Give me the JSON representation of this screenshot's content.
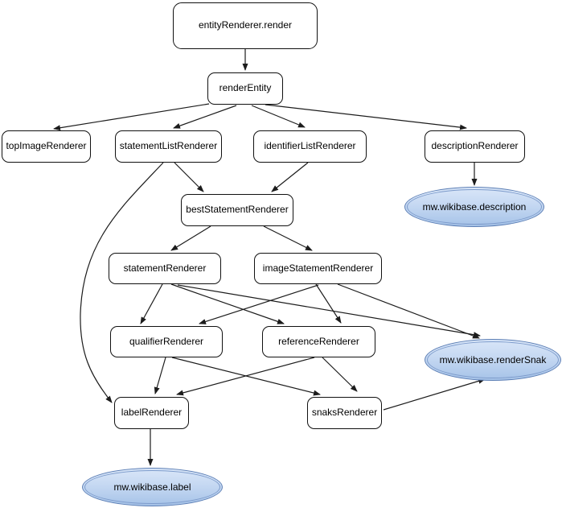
{
  "diagram": {
    "type": "call-graph",
    "background": "#ffffff",
    "colors": {
      "box_fill": "#ffffff",
      "box_border": "#111111",
      "edge": "#1c1c1c",
      "ellipse_border": "#5d7fb5",
      "ellipse_inner_ring": "#7d9bcb",
      "ellipse_fill_top": "#d9e6f8",
      "ellipse_fill_bottom": "#a6c3e8",
      "text": "#000000"
    },
    "nodes": [
      {
        "id": "entityRenderer.render",
        "label": "entityRenderer.render",
        "shape": "box"
      },
      {
        "id": "renderEntity",
        "label": "renderEntity",
        "shape": "box"
      },
      {
        "id": "topImageRenderer",
        "label": "topImageRenderer",
        "shape": "box"
      },
      {
        "id": "statementListRenderer",
        "label": "statementListRenderer",
        "shape": "box"
      },
      {
        "id": "identifierListRenderer",
        "label": "identifierListRenderer",
        "shape": "box"
      },
      {
        "id": "descriptionRenderer",
        "label": "descriptionRenderer",
        "shape": "box"
      },
      {
        "id": "bestStatementRenderer",
        "label": "bestStatementRenderer",
        "shape": "box"
      },
      {
        "id": "statementRenderer",
        "label": "statementRenderer",
        "shape": "box"
      },
      {
        "id": "imageStatementRenderer",
        "label": "imageStatementRenderer",
        "shape": "box"
      },
      {
        "id": "qualifierRenderer",
        "label": "qualifierRenderer",
        "shape": "box"
      },
      {
        "id": "referenceRenderer",
        "label": "referenceRenderer",
        "shape": "box"
      },
      {
        "id": "labelRenderer",
        "label": "labelRenderer",
        "shape": "box"
      },
      {
        "id": "snaksRenderer",
        "label": "snaksRenderer",
        "shape": "box"
      },
      {
        "id": "mw.wikibase.description",
        "label": "mw.wikibase.description",
        "shape": "ellipse"
      },
      {
        "id": "mw.wikibase.renderSnak",
        "label": "mw.wikibase.renderSnak",
        "shape": "ellipse"
      },
      {
        "id": "mw.wikibase.label",
        "label": "mw.wikibase.label",
        "shape": "ellipse"
      }
    ],
    "edges": [
      {
        "from": "entityRenderer.render",
        "to": "renderEntity"
      },
      {
        "from": "renderEntity",
        "to": "topImageRenderer"
      },
      {
        "from": "renderEntity",
        "to": "statementListRenderer"
      },
      {
        "from": "renderEntity",
        "to": "identifierListRenderer"
      },
      {
        "from": "renderEntity",
        "to": "descriptionRenderer"
      },
      {
        "from": "descriptionRenderer",
        "to": "mw.wikibase.description"
      },
      {
        "from": "statementListRenderer",
        "to": "bestStatementRenderer"
      },
      {
        "from": "identifierListRenderer",
        "to": "bestStatementRenderer"
      },
      {
        "from": "statementListRenderer",
        "to": "labelRenderer"
      },
      {
        "from": "bestStatementRenderer",
        "to": "statementRenderer"
      },
      {
        "from": "bestStatementRenderer",
        "to": "imageStatementRenderer"
      },
      {
        "from": "statementRenderer",
        "to": "qualifierRenderer"
      },
      {
        "from": "statementRenderer",
        "to": "referenceRenderer"
      },
      {
        "from": "statementRenderer",
        "to": "mw.wikibase.renderSnak"
      },
      {
        "from": "imageStatementRenderer",
        "to": "referenceRenderer"
      },
      {
        "from": "imageStatementRenderer",
        "to": "qualifierRenderer"
      },
      {
        "from": "imageStatementRenderer",
        "to": "mw.wikibase.renderSnak"
      },
      {
        "from": "qualifierRenderer",
        "to": "labelRenderer"
      },
      {
        "from": "qualifierRenderer",
        "to": "snaksRenderer"
      },
      {
        "from": "referenceRenderer",
        "to": "labelRenderer"
      },
      {
        "from": "referenceRenderer",
        "to": "snaksRenderer"
      },
      {
        "from": "labelRenderer",
        "to": "mw.wikibase.label"
      },
      {
        "from": "snaksRenderer",
        "to": "mw.wikibase.renderSnak"
      }
    ]
  }
}
